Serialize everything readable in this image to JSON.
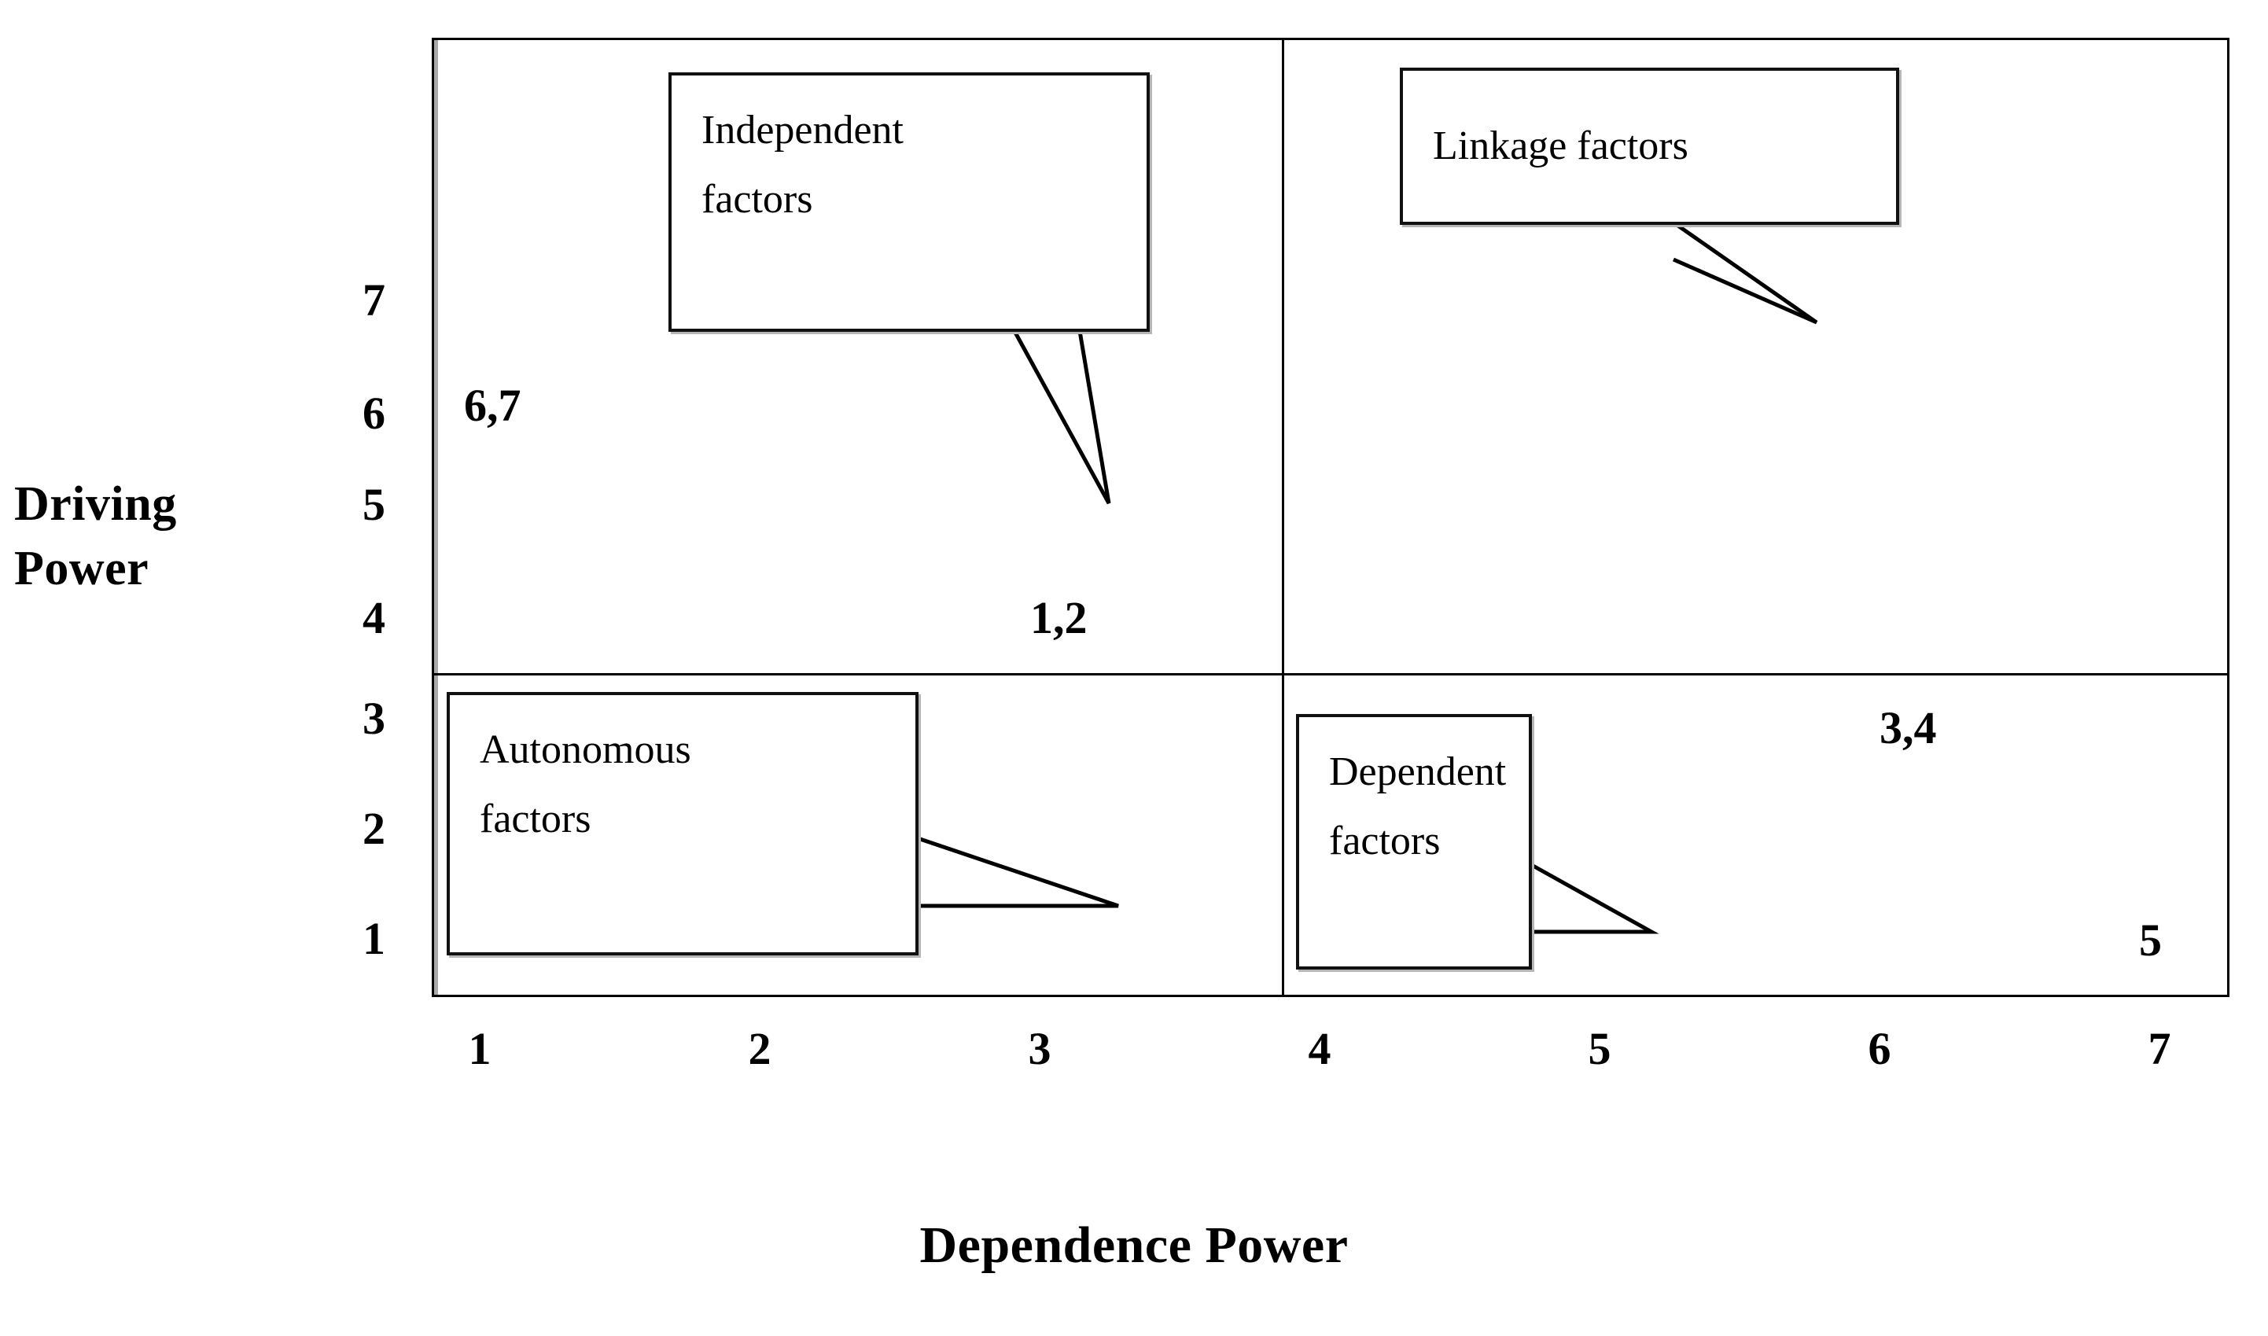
{
  "chart_data": {
    "type": "scatter",
    "title": "",
    "xlabel": "Dependence Power",
    "ylabel_lines": [
      "Driving",
      "Power"
    ],
    "ylabel": "Driving Power",
    "xlim": [
      1,
      7
    ],
    "ylim": [
      1,
      7
    ],
    "xticks": [
      "1",
      "2",
      "3",
      "4",
      "5",
      "6",
      "7"
    ],
    "yticks": [
      "7",
      "6",
      "5",
      "4",
      "3",
      "2",
      "1"
    ],
    "grid": false,
    "legend": "none",
    "quadrant_divider_x": 3.5,
    "quadrant_divider_y": 3.5,
    "quadrants": [
      {
        "name": "independent",
        "label": "Independent\nfactors"
      },
      {
        "name": "linkage",
        "label": "Linkage factors"
      },
      {
        "name": "autonomous",
        "label": "Autonomous\nfactors"
      },
      {
        "name": "dependent",
        "label": "Dependent\nfactors"
      }
    ],
    "points": [
      {
        "label": "6,7",
        "x": 1,
        "y": 6,
        "quadrant": "independent"
      },
      {
        "label": "1,2",
        "x": 3,
        "y": 4,
        "quadrant": "independent"
      },
      {
        "label": "3,4",
        "x": 6,
        "y": 3,
        "quadrant": "dependent"
      },
      {
        "label": "5",
        "x": 7,
        "y": 1,
        "quadrant": "dependent"
      }
    ],
    "colors": {
      "line": "#000000",
      "text": "#000000",
      "background": "#ffffff",
      "box_shadow": "#b6b6b6"
    }
  },
  "axes": {
    "y_title_line1": "Driving",
    "y_title_line2": "Power",
    "x_title": "Dependence Power",
    "y_tick_7": "7",
    "y_tick_6": "6",
    "y_tick_5": "5",
    "y_tick_4": "4",
    "y_tick_3": "3",
    "y_tick_2": "2",
    "y_tick_1": "1",
    "x_tick_1": "1",
    "x_tick_2": "2",
    "x_tick_3": "3",
    "x_tick_4": "4",
    "x_tick_5": "5",
    "x_tick_6": "6",
    "x_tick_7": "7"
  },
  "callouts": {
    "independent": "Independent\nfactors",
    "linkage": "Linkage factors",
    "autonomous": "Autonomous\nfactors",
    "dependent": "Dependent\nfactors"
  },
  "labels": {
    "p67": "6,7",
    "p12": "1,2",
    "p34": "3,4",
    "p5": "5"
  }
}
